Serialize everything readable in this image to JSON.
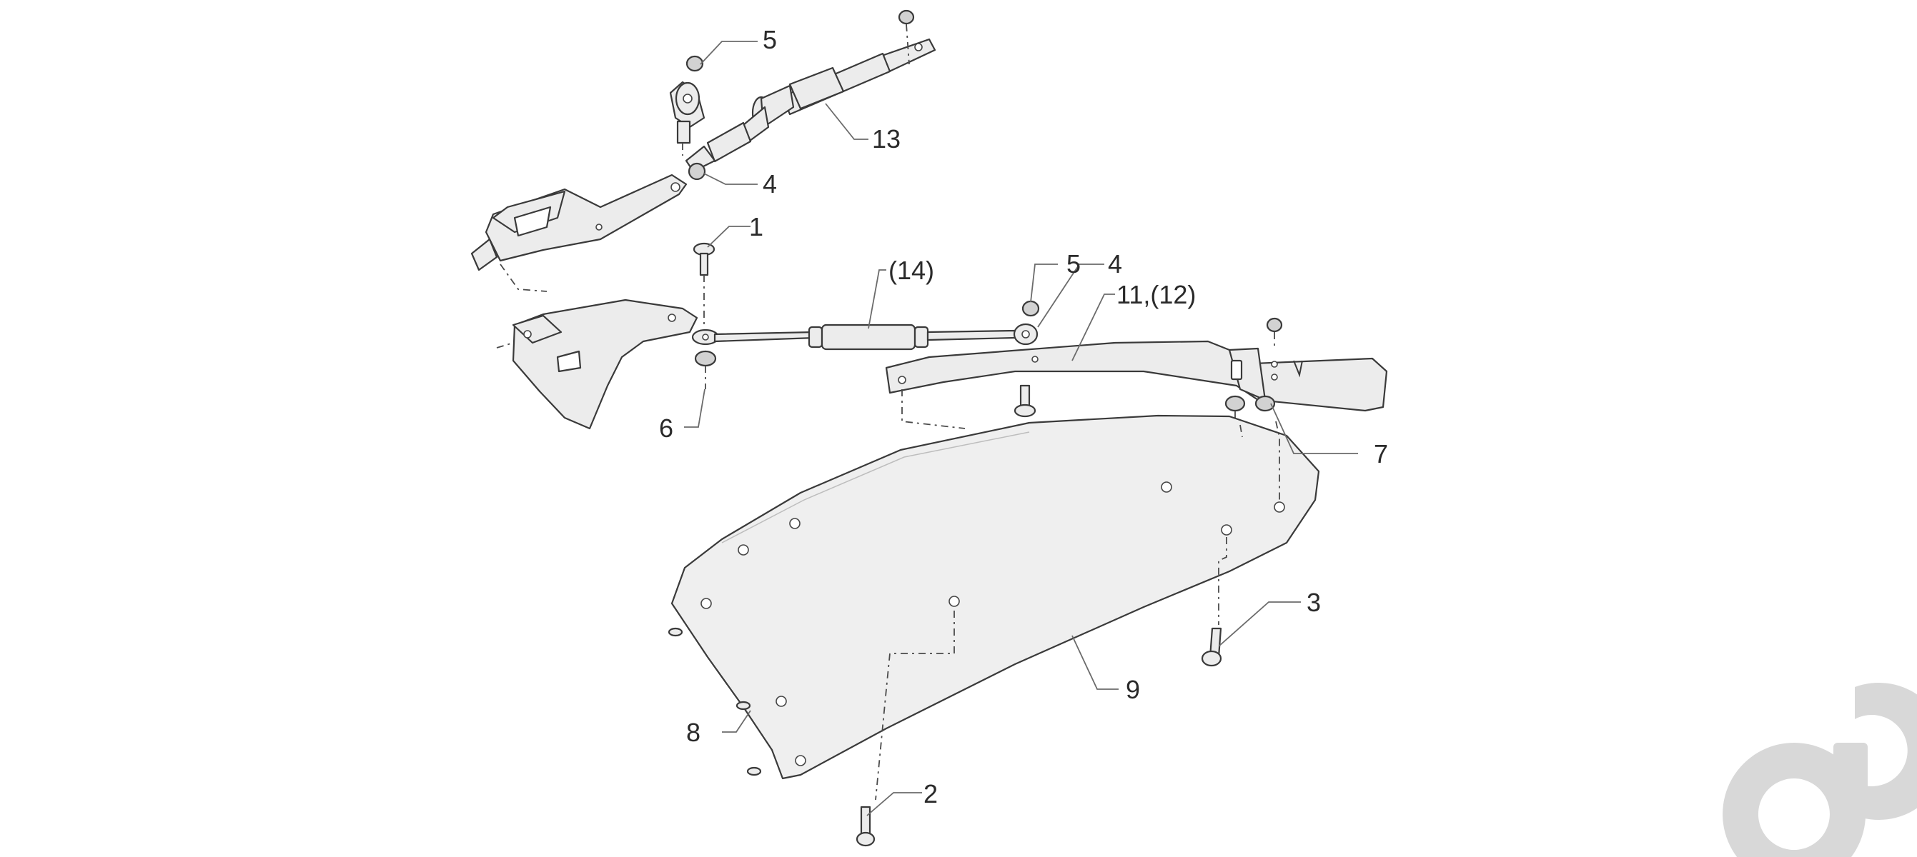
{
  "callouts": {
    "c1": "1",
    "c2": "2",
    "c3": "3",
    "c4_top": "4",
    "c4_mid": "4",
    "c5_top": "5",
    "c5_mid": "5",
    "c6": "6",
    "c7": "7",
    "c8": "8",
    "c9": "9",
    "c11_12": "11,(12)",
    "c13": "13",
    "c14": "(14)"
  },
  "logo": {
    "icon": "ao-logo-icon",
    "color": "#d8d8d8"
  },
  "colors": {
    "line": "#3a3a3a",
    "part_fill": "#ececec",
    "background": "#ffffff"
  }
}
